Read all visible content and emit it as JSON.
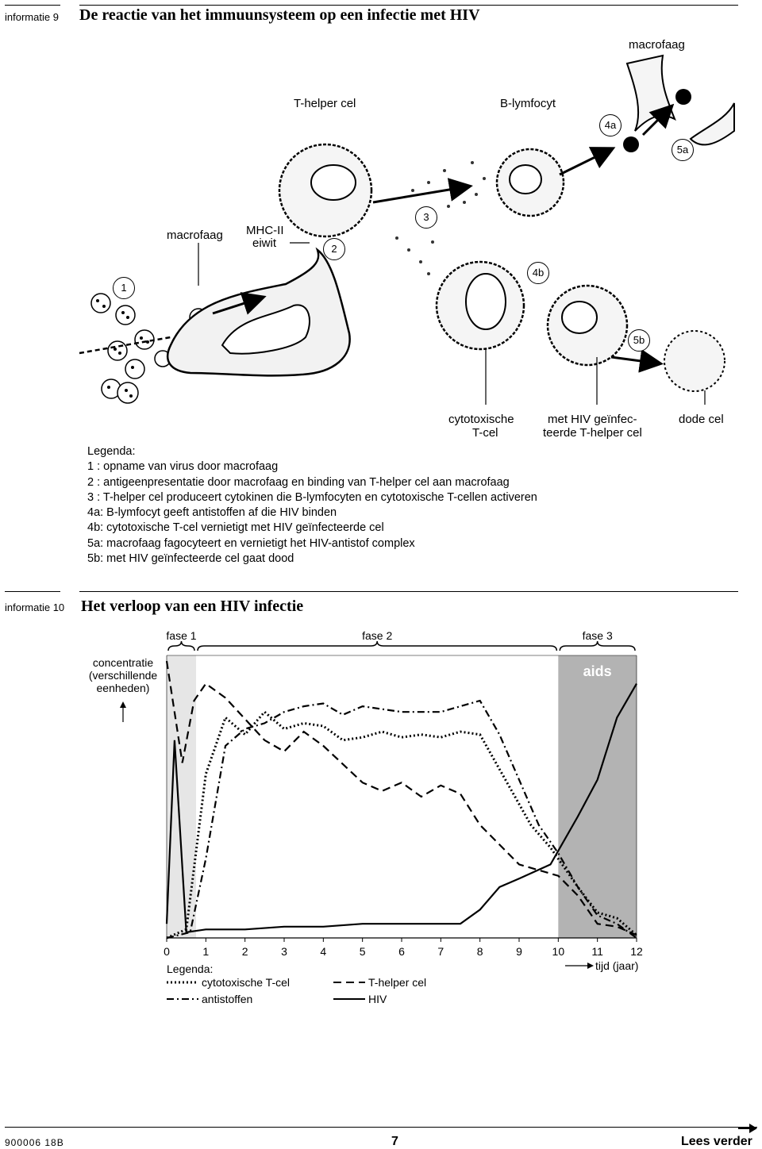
{
  "info9": {
    "tag": "informatie 9",
    "title": "De reactie van het immuunsysteem op een infectie met HIV",
    "labels": {
      "macrofaag_top": "macrofaag",
      "t_helper": "T-helper cel",
      "b_lymfocyt": "B-lymfocyt",
      "macrofaag_left": "macrofaag",
      "mhc_line1": "MHC-II",
      "mhc_line2": "eiwit",
      "cytotox_line1": "cytotoxische",
      "cytotox_line2": "T-cel",
      "infected_line1": "met HIV geïnfec-",
      "infected_line2": "teerde T-helper cel",
      "dead": "dode cel"
    },
    "markers": [
      "1",
      "2",
      "3",
      "4a",
      "4b",
      "5a",
      "5b"
    ],
    "legend_title": "Legenda:",
    "legend": [
      "1  : opname van virus door macrofaag",
      "2  : antigeenpresentatie door macrofaag en binding van T-helper cel aan macrofaag",
      "3  : T-helper cel produceert cytokinen  die B-lymfocyten en cytotoxische T-cellen activeren",
      "4a: B-lymfocyt geeft antistoffen af die HIV binden",
      "4b: cytotoxische T-cel vernietigt met HIV geïnfecteerde cel",
      "5a: macrofaag fagocyteert en vernietigt het HIV-antistof complex",
      "5b: met HIV geïnfecteerde cel gaat dood"
    ]
  },
  "info10": {
    "tag": "informatie 10",
    "title": "Het verloop van een HIV infectie"
  },
  "chart_data": {
    "type": "line",
    "title": "",
    "ylabel_lines": [
      "concentratie",
      "(verschillende",
      "eenheden)"
    ],
    "xlabel": "tijd (jaar)",
    "xlim": [
      0,
      12
    ],
    "ylim": [
      0,
      100
    ],
    "xticks": [
      "0",
      "1",
      "2",
      "3",
      "4",
      "5",
      "6",
      "7",
      "8",
      "9",
      "10",
      "11",
      "12"
    ],
    "phases": [
      {
        "label": "fase 1",
        "from": 0,
        "to": 0.75,
        "shade": "#e6e6e6"
      },
      {
        "label": "fase 2",
        "from": 0.75,
        "to": 10,
        "shade": ""
      },
      {
        "label": "fase 3",
        "from": 10,
        "to": 12,
        "shade": "#b3b3b3",
        "note": "aids"
      }
    ],
    "legend_title": "Legenda:",
    "series": [
      {
        "name": "cytotoxische T-cel",
        "style": "dotted",
        "points": [
          [
            0,
            0
          ],
          [
            0.5,
            3
          ],
          [
            1,
            58
          ],
          [
            1.5,
            78
          ],
          [
            2,
            72
          ],
          [
            2.5,
            80
          ],
          [
            3,
            74
          ],
          [
            3.5,
            76
          ],
          [
            4,
            75
          ],
          [
            4.5,
            70
          ],
          [
            5,
            71
          ],
          [
            5.5,
            73
          ],
          [
            6,
            71
          ],
          [
            6.5,
            72
          ],
          [
            7,
            71
          ],
          [
            7.5,
            73
          ],
          [
            8,
            72
          ],
          [
            9.3,
            40
          ],
          [
            9.8,
            32
          ],
          [
            10.5,
            18
          ],
          [
            11,
            9
          ],
          [
            11.5,
            7
          ],
          [
            12,
            1
          ]
        ]
      },
      {
        "name": "T-helper cel",
        "style": "dashed",
        "points": [
          [
            0,
            98
          ],
          [
            0.4,
            62
          ],
          [
            0.7,
            84
          ],
          [
            1.0,
            90
          ],
          [
            1.5,
            85
          ],
          [
            2.5,
            70
          ],
          [
            3,
            66
          ],
          [
            3.5,
            73
          ],
          [
            4,
            68
          ],
          [
            5,
            55
          ],
          [
            5.5,
            52
          ],
          [
            6,
            55
          ],
          [
            6.5,
            50
          ],
          [
            7,
            54
          ],
          [
            7.5,
            51
          ],
          [
            8,
            40
          ],
          [
            9,
            26
          ],
          [
            10,
            22
          ],
          [
            10.5,
            15
          ],
          [
            11,
            5
          ],
          [
            11.5,
            4
          ],
          [
            12,
            1
          ]
        ]
      },
      {
        "name": "antistoffen",
        "style": "dashdot",
        "points": [
          [
            0,
            0
          ],
          [
            0.6,
            2
          ],
          [
            1,
            28
          ],
          [
            1.5,
            68
          ],
          [
            2,
            74
          ],
          [
            2.5,
            76
          ],
          [
            3,
            80
          ],
          [
            3.5,
            82
          ],
          [
            4,
            83
          ],
          [
            4.5,
            79
          ],
          [
            5,
            82
          ],
          [
            6,
            80
          ],
          [
            7,
            80
          ],
          [
            8,
            84
          ],
          [
            8.5,
            72
          ],
          [
            9.5,
            40
          ],
          [
            10,
            30
          ],
          [
            10.5,
            18
          ],
          [
            11,
            8
          ],
          [
            11.5,
            5
          ],
          [
            12,
            0
          ]
        ]
      },
      {
        "name": "HIV",
        "style": "solid",
        "points": [
          [
            0,
            5
          ],
          [
            0.2,
            70
          ],
          [
            0.5,
            2
          ],
          [
            1,
            3
          ],
          [
            2,
            3
          ],
          [
            3,
            4
          ],
          [
            4,
            4
          ],
          [
            5,
            5
          ],
          [
            6,
            5
          ],
          [
            7,
            5
          ],
          [
            7.5,
            5
          ],
          [
            8,
            10
          ],
          [
            8.5,
            18
          ],
          [
            9,
            21
          ],
          [
            9.8,
            26
          ],
          [
            10.5,
            43
          ],
          [
            11,
            56
          ],
          [
            11.5,
            78
          ],
          [
            12,
            90
          ]
        ]
      }
    ]
  },
  "footer": {
    "code": "900006  18B",
    "page": "7",
    "next": "Lees verder"
  }
}
